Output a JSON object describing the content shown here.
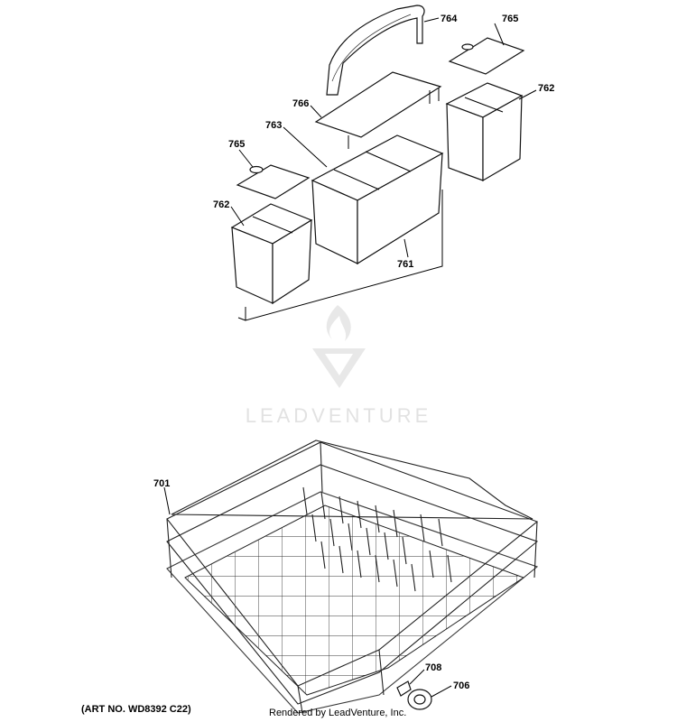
{
  "callouts": {
    "c764": "764",
    "c765a": "765",
    "c762a": "762",
    "c766": "766",
    "c763": "763",
    "c765b": "765",
    "c762b": "762",
    "c761": "761",
    "c701": "701",
    "c708": "708",
    "c706": "706"
  },
  "watermark": {
    "text": "LEADVENTURE"
  },
  "footer": {
    "art_no": "(ART NO. WD8392 C22)",
    "rendered_by": "Rendered by LeadVenture, Inc."
  }
}
